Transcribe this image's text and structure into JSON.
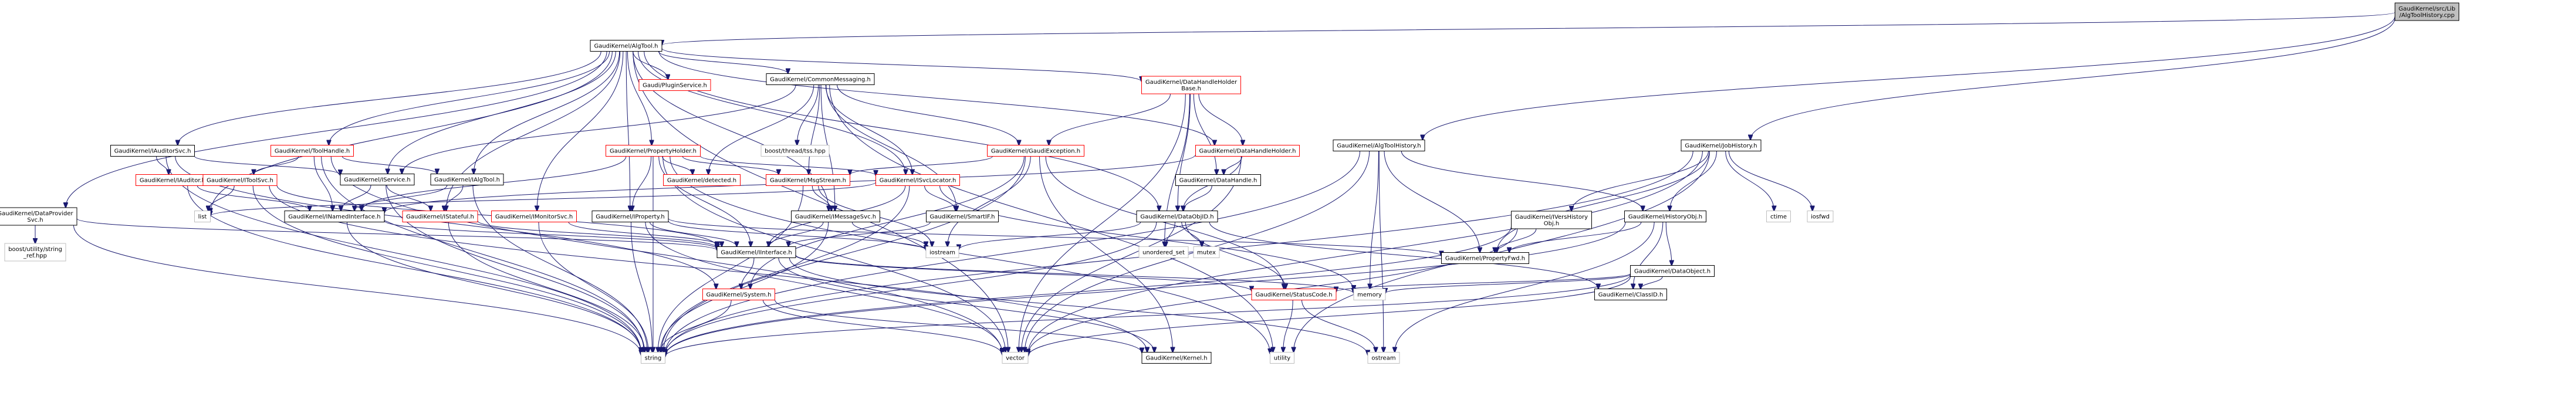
{
  "graph": {
    "colors": {
      "edge": "#191970",
      "node_fill": "#ffffff",
      "node_fill_root": "#bfbfbf",
      "border_documented": "#000000",
      "border_undocumented": "#ff0000",
      "border_external": "#bfbfbf"
    },
    "nodes": [
      {
        "id": "root",
        "label_lines": [
          "GaudiKernel/src/Lib",
          "/AlgToolHistory.cpp"
        ],
        "kind": "root"
      },
      {
        "id": "algtool_h",
        "label_lines": [
          "GaudiKernel/AlgTool.h"
        ],
        "kind": "documented"
      },
      {
        "id": "algtoolhistory_h",
        "label_lines": [
          "GaudiKernel/AlgToolHistory.h"
        ],
        "kind": "documented"
      },
      {
        "id": "jobhistory_h",
        "label_lines": [
          "GaudiKernel/JobHistory.h"
        ],
        "kind": "documented"
      },
      {
        "id": "datahandleholderbase_h",
        "label_lines": [
          "GaudiKernel/DataHandleHolder",
          "Base.h"
        ],
        "kind": "undocumented"
      },
      {
        "id": "pluginservice_h",
        "label_lines": [
          "Gaudi/PluginService.h"
        ],
        "kind": "undocumented"
      },
      {
        "id": "commonmessaging_h",
        "label_lines": [
          "GaudiKernel/CommonMessaging.h"
        ],
        "kind": "documented"
      },
      {
        "id": "iauditorsvc_h",
        "label_lines": [
          "GaudiKernel/IAuditorSvc.h"
        ],
        "kind": "documented"
      },
      {
        "id": "toolhandle_h",
        "label_lines": [
          "GaudiKernel/ToolHandle.h"
        ],
        "kind": "undocumented"
      },
      {
        "id": "propertyholder_h",
        "label_lines": [
          "GaudiKernel/PropertyHolder.h"
        ],
        "kind": "undocumented"
      },
      {
        "id": "boost_thread_tss",
        "label_lines": [
          "boost/thread/tss.hpp"
        ],
        "kind": "external"
      },
      {
        "id": "gaudiexception_h",
        "label_lines": [
          "GaudiKernel/GaudiException.h"
        ],
        "kind": "undocumented"
      },
      {
        "id": "datahandleholder_h",
        "label_lines": [
          "GaudiKernel/DataHandleHolder.h"
        ],
        "kind": "undocumented"
      },
      {
        "id": "iauditor_h",
        "label_lines": [
          "GaudiKernel/IAuditor.h"
        ],
        "kind": "undocumented"
      },
      {
        "id": "itoolsvc_h",
        "label_lines": [
          "GaudiKernel/IToolSvc.h"
        ],
        "kind": "undocumented"
      },
      {
        "id": "iservice_h",
        "label_lines": [
          "GaudiKernel/IService.h"
        ],
        "kind": "documented"
      },
      {
        "id": "ialgtool_h",
        "label_lines": [
          "GaudiKernel/IAlgTool.h"
        ],
        "kind": "documented"
      },
      {
        "id": "detected_h",
        "label_lines": [
          "GaudiKernel/detected.h"
        ],
        "kind": "undocumented"
      },
      {
        "id": "msgstream_h",
        "label_lines": [
          "GaudiKernel/MsgStream.h"
        ],
        "kind": "undocumented"
      },
      {
        "id": "isvclocator_h",
        "label_lines": [
          "GaudiKernel/ISvcLocator.h"
        ],
        "kind": "undocumented"
      },
      {
        "id": "datahandle_h",
        "label_lines": [
          "GaudiKernel/DataHandle.h"
        ],
        "kind": "documented"
      },
      {
        "id": "dataprovidersvc_h",
        "label_lines": [
          "GaudiKernel/DataProvider",
          "Svc.h"
        ],
        "kind": "documented"
      },
      {
        "id": "list",
        "label_lines": [
          "list"
        ],
        "kind": "external"
      },
      {
        "id": "inamedinterface_h",
        "label_lines": [
          "GaudiKernel/INamedInterface.h"
        ],
        "kind": "documented"
      },
      {
        "id": "istateful_h",
        "label_lines": [
          "GaudiKernel/IStateful.h"
        ],
        "kind": "undocumented"
      },
      {
        "id": "imonitorsvc_h",
        "label_lines": [
          "GaudiKernel/IMonitorSvc.h"
        ],
        "kind": "undocumented"
      },
      {
        "id": "iproperty_h",
        "label_lines": [
          "GaudiKernel/IProperty.h"
        ],
        "kind": "documented"
      },
      {
        "id": "imessagesvc_h",
        "label_lines": [
          "GaudiKernel/IMessageSvc.h"
        ],
        "kind": "documented"
      },
      {
        "id": "smartif_h",
        "label_lines": [
          "GaudiKernel/SmartIF.h"
        ],
        "kind": "documented"
      },
      {
        "id": "dataobjid_h",
        "label_lines": [
          "GaudiKernel/DataObjID.h"
        ],
        "kind": "documented"
      },
      {
        "id": "boost_utility_string_ref",
        "label_lines": [
          "boost/utility/string",
          "_ref.hpp"
        ],
        "kind": "external"
      },
      {
        "id": "iinterface_h",
        "label_lines": [
          "GaudiKernel/IInterface.h"
        ],
        "kind": "documented"
      },
      {
        "id": "iostream",
        "label_lines": [
          "iostream"
        ],
        "kind": "external"
      },
      {
        "id": "unordered_set",
        "label_lines": [
          "unordered_set"
        ],
        "kind": "external"
      },
      {
        "id": "mutex",
        "label_lines": [
          "mutex"
        ],
        "kind": "external"
      },
      {
        "id": "propertyfwd_h",
        "label_lines": [
          "GaudiKernel/PropertyFwd.h"
        ],
        "kind": "documented"
      },
      {
        "id": "ivershistoryobj_h",
        "label_lines": [
          "GaudiKernel/IVersHistory",
          "Obj.h"
        ],
        "kind": "documented"
      },
      {
        "id": "historyobj_h",
        "label_lines": [
          "GaudiKernel/HistoryObj.h"
        ],
        "kind": "documented"
      },
      {
        "id": "ctime",
        "label_lines": [
          "ctime"
        ],
        "kind": "external"
      },
      {
        "id": "iosfwd",
        "label_lines": [
          "iosfwd"
        ],
        "kind": "external"
      },
      {
        "id": "dataobject_h",
        "label_lines": [
          "GaudiKernel/DataObject.h"
        ],
        "kind": "documented"
      },
      {
        "id": "system_h",
        "label_lines": [
          "GaudiKernel/System.h"
        ],
        "kind": "undocumented"
      },
      {
        "id": "statuscode_h",
        "label_lines": [
          "GaudiKernel/StatusCode.h"
        ],
        "kind": "undocumented"
      },
      {
        "id": "memory",
        "label_lines": [
          "memory"
        ],
        "kind": "external"
      },
      {
        "id": "classid_h",
        "label_lines": [
          "GaudiKernel/ClassID.h"
        ],
        "kind": "documented"
      },
      {
        "id": "string",
        "label_lines": [
          "string"
        ],
        "kind": "external"
      },
      {
        "id": "vector",
        "label_lines": [
          "vector"
        ],
        "kind": "external"
      },
      {
        "id": "kernel_h",
        "label_lines": [
          "GaudiKernel/Kernel.h"
        ],
        "kind": "documented"
      },
      {
        "id": "utility",
        "label_lines": [
          "utility"
        ],
        "kind": "external"
      },
      {
        "id": "ostream",
        "label_lines": [
          "ostream"
        ],
        "kind": "external"
      }
    ],
    "edges": [
      [
        "root",
        "algtool_h"
      ],
      [
        "root",
        "algtoolhistory_h"
      ],
      [
        "root",
        "jobhistory_h"
      ],
      [
        "algtool_h",
        "pluginservice_h"
      ],
      [
        "algtool_h",
        "commonmessaging_h"
      ],
      [
        "algtool_h",
        "iauditorsvc_h"
      ],
      [
        "algtool_h",
        "toolhandle_h"
      ],
      [
        "algtool_h",
        "propertyholder_h"
      ],
      [
        "algtool_h",
        "datahandleholderbase_h"
      ],
      [
        "algtool_h",
        "datahandleholder_h"
      ],
      [
        "algtool_h",
        "iservice_h"
      ],
      [
        "algtool_h",
        "ialgtool_h"
      ],
      [
        "algtool_h",
        "dataprovidersvc_h"
      ],
      [
        "algtool_h",
        "imonitorsvc_h"
      ],
      [
        "algtool_h",
        "istateful_h"
      ],
      [
        "algtool_h",
        "isvclocator_h"
      ],
      [
        "algtool_h",
        "imessagesvc_h"
      ],
      [
        "algtool_h",
        "iproperty_h"
      ],
      [
        "algtool_h",
        "dataobjid_h"
      ],
      [
        "algtool_h",
        "list"
      ],
      [
        "algtool_h",
        "vector"
      ],
      [
        "commonmessaging_h",
        "boost_thread_tss"
      ],
      [
        "commonmessaging_h",
        "gaudiexception_h"
      ],
      [
        "commonmessaging_h",
        "detected_h"
      ],
      [
        "commonmessaging_h",
        "msgstream_h"
      ],
      [
        "commonmessaging_h",
        "isvclocator_h"
      ],
      [
        "commonmessaging_h",
        "imessagesvc_h"
      ],
      [
        "commonmessaging_h",
        "smartif_h"
      ],
      [
        "commonmessaging_h",
        "iservice_h"
      ],
      [
        "commonmessaging_h",
        "utility"
      ],
      [
        "iauditorsvc_h",
        "iauditor_h"
      ],
      [
        "iauditorsvc_h",
        "iservice_h"
      ],
      [
        "iauditorsvc_h",
        "string"
      ],
      [
        "iauditorsvc_h",
        "system_h"
      ],
      [
        "toolhandle_h",
        "itoolsvc_h"
      ],
      [
        "toolhandle_h",
        "ialgtool_h"
      ],
      [
        "toolhandle_h",
        "inamedinterface_h"
      ],
      [
        "toolhandle_h",
        "string"
      ],
      [
        "toolhandle_h",
        "vector"
      ],
      [
        "propertyholder_h",
        "detected_h"
      ],
      [
        "propertyholder_h",
        "msgstream_h"
      ],
      [
        "propertyholder_h",
        "isvclocator_h"
      ],
      [
        "propertyholder_h",
        "iproperty_h"
      ],
      [
        "propertyholder_h",
        "inamedinterface_h"
      ],
      [
        "propertyholder_h",
        "iinterface_h"
      ],
      [
        "propertyholder_h",
        "string"
      ],
      [
        "propertyholder_h",
        "vector"
      ],
      [
        "propertyholder_h",
        "utility"
      ],
      [
        "datahandleholderbase_h",
        "datahandle_h"
      ],
      [
        "datahandleholderbase_h",
        "datahandleholder_h"
      ],
      [
        "datahandleholderbase_h",
        "gaudiexception_h"
      ],
      [
        "datahandleholderbase_h",
        "dataobjid_h"
      ],
      [
        "datahandleholderbase_h",
        "unordered_set"
      ],
      [
        "datahandleholderbase_h",
        "vector"
      ],
      [
        "datahandleholder_h",
        "datahandle_h"
      ],
      [
        "datahandleholder_h",
        "dataobjid_h"
      ],
      [
        "datahandleholder_h",
        "inamedinterface_h"
      ],
      [
        "datahandleholder_h",
        "vector"
      ],
      [
        "gaudiexception_h",
        "msgstream_h"
      ],
      [
        "gaudiexception_h",
        "statuscode_h"
      ],
      [
        "gaudiexception_h",
        "system_h"
      ],
      [
        "gaudiexception_h",
        "iostream"
      ],
      [
        "gaudiexception_h",
        "string"
      ],
      [
        "gaudiexception_h",
        "kernel_h"
      ],
      [
        "iauditor_h",
        "inamedinterface_h"
      ],
      [
        "iauditor_h",
        "string"
      ],
      [
        "itoolsvc_h",
        "list"
      ],
      [
        "itoolsvc_h",
        "iinterface_h"
      ],
      [
        "itoolsvc_h",
        "string"
      ],
      [
        "itoolsvc_h",
        "kernel_h"
      ],
      [
        "iservice_h",
        "inamedinterface_h"
      ],
      [
        "iservice_h",
        "istateful_h"
      ],
      [
        "iservice_h",
        "string"
      ],
      [
        "ialgtool_h",
        "inamedinterface_h"
      ],
      [
        "ialgtool_h",
        "istateful_h"
      ],
      [
        "ialgtool_h",
        "string"
      ],
      [
        "msgstream_h",
        "imessagesvc_h"
      ],
      [
        "msgstream_h",
        "string"
      ],
      [
        "msgstream_h",
        "iostream"
      ],
      [
        "isvclocator_h",
        "iinterface_h"
      ],
      [
        "isvclocator_h",
        "smartif_h"
      ],
      [
        "isvclocator_h",
        "list"
      ],
      [
        "isvclocator_h",
        "string"
      ],
      [
        "isvclocator_h",
        "memory"
      ],
      [
        "datahandle_h",
        "dataobjid_h"
      ],
      [
        "dataprovidersvc_h",
        "boost_utility_string_ref"
      ],
      [
        "dataprovidersvc_h",
        "iinterface_h"
      ],
      [
        "dataprovidersvc_h",
        "string"
      ],
      [
        "inamedinterface_h",
        "iinterface_h"
      ],
      [
        "inamedinterface_h",
        "string"
      ],
      [
        "istateful_h",
        "iinterface_h"
      ],
      [
        "istateful_h",
        "string"
      ],
      [
        "imonitorsvc_h",
        "iinterface_h"
      ],
      [
        "imonitorsvc_h",
        "string"
      ],
      [
        "iproperty_h",
        "iinterface_h"
      ],
      [
        "iproperty_h",
        "propertyfwd_h"
      ],
      [
        "iproperty_h",
        "string"
      ],
      [
        "iproperty_h",
        "vector"
      ],
      [
        "iproperty_h",
        "iostream"
      ],
      [
        "imessagesvc_h",
        "iinterface_h"
      ],
      [
        "imessagesvc_h",
        "string"
      ],
      [
        "imessagesvc_h",
        "iostream"
      ],
      [
        "smartif_h",
        "iinterface_h"
      ],
      [
        "dataobjid_h",
        "classid_h"
      ],
      [
        "dataobjid_h",
        "statuscode_h"
      ],
      [
        "dataobjid_h",
        "mutex"
      ],
      [
        "dataobjid_h",
        "unordered_set"
      ],
      [
        "dataobjid_h",
        "iostream"
      ],
      [
        "dataobjid_h",
        "string"
      ],
      [
        "iinterface_h",
        "system_h"
      ],
      [
        "iinterface_h",
        "statuscode_h"
      ],
      [
        "iinterface_h",
        "kernel_h"
      ],
      [
        "iinterface_h",
        "ostream"
      ],
      [
        "iinterface_h",
        "memory"
      ],
      [
        "system_h",
        "string"
      ],
      [
        "system_h",
        "vector"
      ],
      [
        "system_h",
        "kernel_h"
      ],
      [
        "statuscode_h",
        "ostream"
      ],
      [
        "statuscode_h",
        "utility"
      ],
      [
        "algtoolhistory_h",
        "historyobj_h"
      ],
      [
        "algtoolhistory_h",
        "propertyfwd_h"
      ],
      [
        "algtoolhistory_h",
        "memory"
      ],
      [
        "algtoolhistory_h",
        "string"
      ],
      [
        "algtoolhistory_h",
        "vector"
      ],
      [
        "algtoolhistory_h",
        "ostream"
      ],
      [
        "jobhistory_h",
        "historyobj_h"
      ],
      [
        "jobhistory_h",
        "ivershistoryobj_h"
      ],
      [
        "jobhistory_h",
        "propertyfwd_h"
      ],
      [
        "jobhistory_h",
        "ctime"
      ],
      [
        "jobhistory_h",
        "iosfwd"
      ],
      [
        "jobhistory_h",
        "string"
      ],
      [
        "jobhistory_h",
        "vector"
      ],
      [
        "jobhistory_h",
        "utility"
      ],
      [
        "ivershistoryobj_h",
        "propertyfwd_h"
      ],
      [
        "ivershistoryobj_h",
        "string"
      ],
      [
        "ivershistoryobj_h",
        "vector"
      ],
      [
        "historyobj_h",
        "dataobject_h"
      ],
      [
        "historyobj_h",
        "classid_h"
      ],
      [
        "historyobj_h",
        "propertyfwd_h"
      ],
      [
        "historyobj_h",
        "ostream"
      ],
      [
        "historyobj_h",
        "string"
      ],
      [
        "dataobject_h",
        "classid_h"
      ],
      [
        "dataobject_h",
        "statuscode_h"
      ],
      [
        "dataobject_h",
        "memory"
      ],
      [
        "dataobject_h",
        "string"
      ],
      [
        "dataobject_h",
        "vector"
      ]
    ]
  }
}
